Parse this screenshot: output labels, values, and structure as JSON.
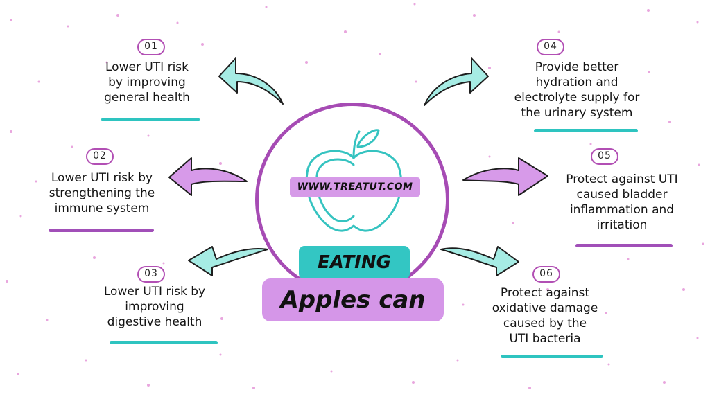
{
  "center": {
    "website": "WWW.TREATUT.COM",
    "eating": "EATING",
    "apples_can": "Apples can"
  },
  "benefits": [
    {
      "number": "01",
      "lines": [
        "Lower UTI risk",
        "by improving",
        "general health"
      ],
      "color": "teal"
    },
    {
      "number": "02",
      "lines": [
        "Lower UTI risk by",
        "strengthening the",
        "immune system"
      ],
      "color": "purple"
    },
    {
      "number": "03",
      "lines": [
        "Lower UTI risk by",
        "improving",
        "digestive health"
      ],
      "color": "teal"
    },
    {
      "number": "04",
      "lines": [
        "Provide better",
        "hydration and",
        "electrolyte supply for",
        "the urinary system"
      ],
      "color": "teal"
    },
    {
      "number": "05",
      "lines": [
        "Protect against UTI",
        "caused bladder",
        "inflammation and",
        "irritation"
      ],
      "color": "purple"
    },
    {
      "number": "06",
      "lines": [
        "Protect against",
        "oxidative damage",
        "caused by the",
        "UTI bacteria"
      ],
      "color": "teal"
    }
  ],
  "colors": {
    "teal": "#2ec4c0",
    "teal_light": "#a6ece4",
    "purple": "#a64bb4",
    "purple_light": "#d79ae9",
    "speckle": "#e7a6dc"
  },
  "icons": [
    "apple-outline-icon",
    "curved-arrow-icon"
  ]
}
